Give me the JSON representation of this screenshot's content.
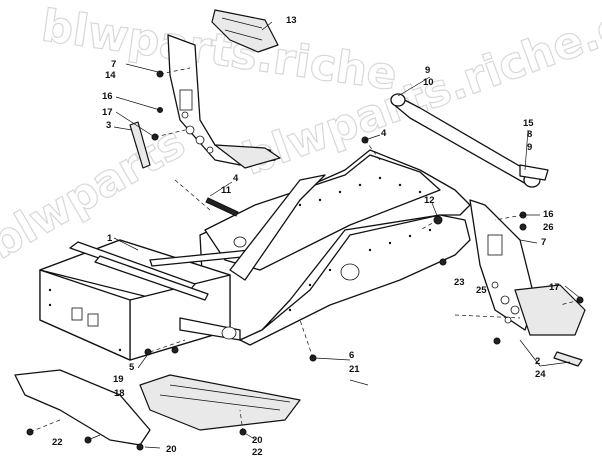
{
  "watermark": {
    "top": "blwparts.riche",
    "right": "blwparts.riche.com",
    "left": "blwparts"
  },
  "callouts": [
    {
      "id": "c13",
      "text": "13"
    },
    {
      "id": "c7a",
      "text": "7"
    },
    {
      "id": "c14",
      "text": "14"
    },
    {
      "id": "c16a",
      "text": "16"
    },
    {
      "id": "c17a",
      "text": "17"
    },
    {
      "id": "c3",
      "text": "3"
    },
    {
      "id": "c9a",
      "text": "9"
    },
    {
      "id": "c10",
      "text": "10"
    },
    {
      "id": "c15",
      "text": "15"
    },
    {
      "id": "c8",
      "text": "8"
    },
    {
      "id": "c9b",
      "text": "9"
    },
    {
      "id": "c4a",
      "text": "4"
    },
    {
      "id": "c4b",
      "text": "4"
    },
    {
      "id": "c11",
      "text": "11"
    },
    {
      "id": "c12",
      "text": "12"
    },
    {
      "id": "c16b",
      "text": "16"
    },
    {
      "id": "c26",
      "text": "26"
    },
    {
      "id": "c7b",
      "text": "7"
    },
    {
      "id": "c1",
      "text": "1"
    },
    {
      "id": "c23",
      "text": "23"
    },
    {
      "id": "c25",
      "text": "25"
    },
    {
      "id": "c17b",
      "text": "17"
    },
    {
      "id": "c5",
      "text": "5"
    },
    {
      "id": "c19",
      "text": "19"
    },
    {
      "id": "c6",
      "text": "6"
    },
    {
      "id": "c21",
      "text": "21"
    },
    {
      "id": "c2",
      "text": "2"
    },
    {
      "id": "c24",
      "text": "24"
    },
    {
      "id": "c18",
      "text": "18"
    },
    {
      "id": "c22a",
      "text": "22"
    },
    {
      "id": "c20a",
      "text": "20"
    },
    {
      "id": "c20b",
      "text": "20"
    },
    {
      "id": "c22b",
      "text": "22"
    }
  ]
}
